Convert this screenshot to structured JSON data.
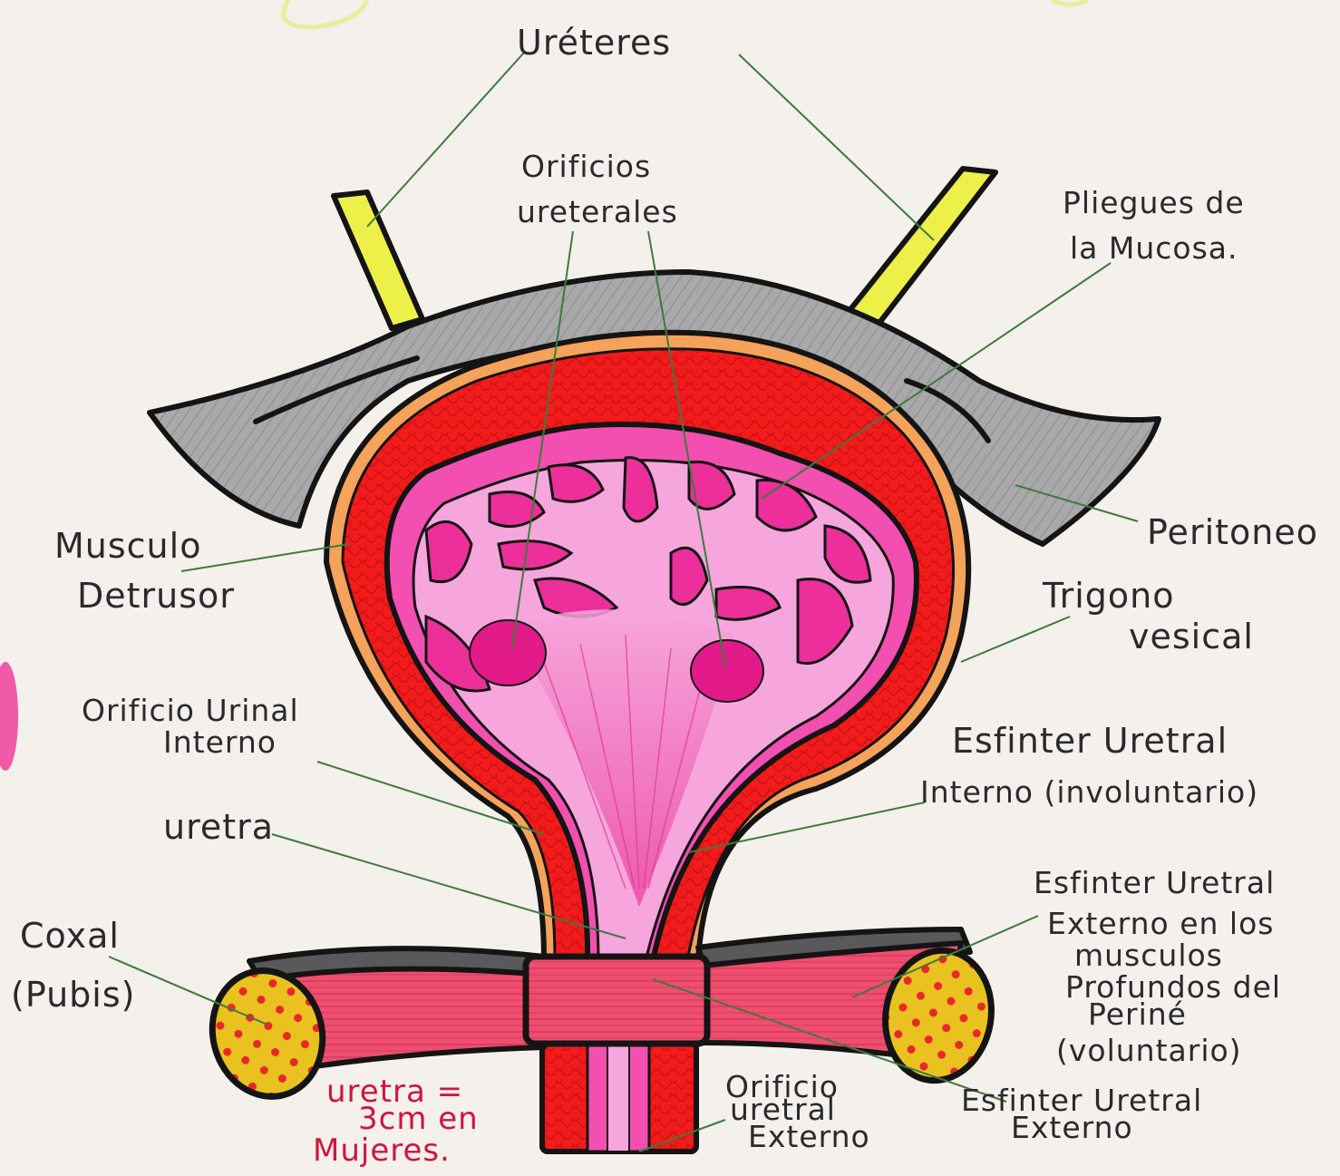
{
  "labels": {
    "ureteres": "Uréteres",
    "orificios_1": "Orificios",
    "orificios_2": "ureterales",
    "pliegues_1": "Pliegues de",
    "pliegues_2": "la Mucosa.",
    "peritoneo": "Peritoneo",
    "musculo_1": "Musculo",
    "musculo_2": "Detrusor",
    "trigono_1": "Trigono",
    "trigono_2": "vesical",
    "orificio_urinal_1": "Orificio Urinal",
    "orificio_urinal_2": "Interno",
    "esfinter_int_1": "Esfinter Uretral",
    "esfinter_int_2": "Interno (involuntario)",
    "uretra": "uretra",
    "coxal_1": "Coxal",
    "coxal_2": "(Pubis)",
    "esfinter_ext_prof_1": "Esfinter Uretral",
    "esfinter_ext_prof_2": "Externo en los",
    "esfinter_ext_prof_3": "musculos",
    "esfinter_ext_prof_4": "Profundos del",
    "esfinter_ext_prof_5": "Periné",
    "esfinter_ext_prof_6": "(voluntario)",
    "orificio_ext_1": "Orificio",
    "orificio_ext_2": "uretral",
    "orificio_ext_3": "Externo",
    "esfinter_ext_1": "Esfinter Uretral",
    "esfinter_ext_2": "Externo"
  },
  "note": {
    "line1": "uretra =",
    "line2": "3cm en",
    "line3": "Mujeres."
  },
  "colors": {
    "paper": "#f4f0ec",
    "peritoneum": "#a9a9ab",
    "wall_red": "#f21b1b",
    "serosa_orange": "#f5a25a",
    "mucosa_pink": "#f24fb0",
    "mucosa_light": "#f6a6dc",
    "ureter_yellow": "#eef04a",
    "bone_yellow": "#e9c21f",
    "bone_dots": "#e8272b",
    "muscle_pink": "#ee4f6e",
    "leader_green": "#3e7a3e",
    "note_red": "#d1143c"
  }
}
